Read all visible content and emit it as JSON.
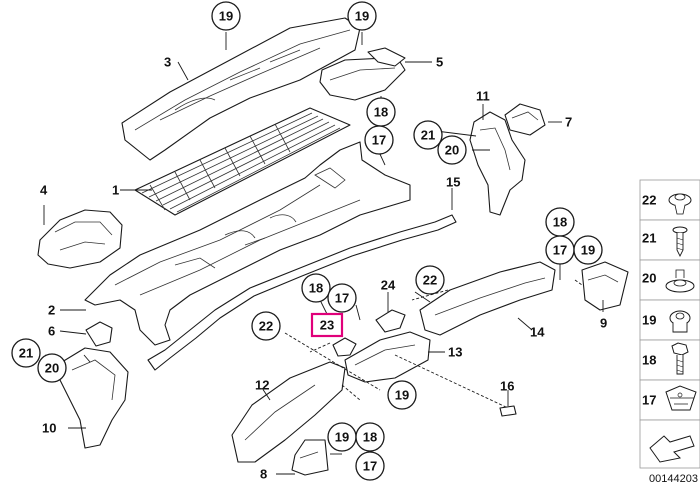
{
  "diagram": {
    "highlight_color": "#e0007a",
    "highlighted_label": "23",
    "callouts": [
      "19",
      "19",
      "18",
      "17",
      "21",
      "20",
      "18",
      "17",
      "19",
      "22",
      "18",
      "17",
      "24",
      "22",
      "21",
      "20",
      "19",
      "19",
      "18",
      "17"
    ],
    "plain_labels": [
      "3",
      "5",
      "11",
      "7",
      "1",
      "4",
      "15",
      "2",
      "14",
      "9",
      "6",
      "13",
      "12",
      "16",
      "10",
      "8"
    ],
    "legend": {
      "items": [
        {
          "label": "22",
          "icon": "push-clip-icon"
        },
        {
          "label": "21",
          "icon": "screw-icon"
        },
        {
          "label": "20",
          "icon": "expanding-rivet-icon"
        },
        {
          "label": "19",
          "icon": "plastic-nut-icon"
        },
        {
          "label": "18",
          "icon": "hex-bolt-icon"
        },
        {
          "label": "17",
          "icon": "spring-nut-icon"
        }
      ],
      "footer_icon": "arrow-symbol-icon"
    },
    "reference_number": "00144203"
  }
}
